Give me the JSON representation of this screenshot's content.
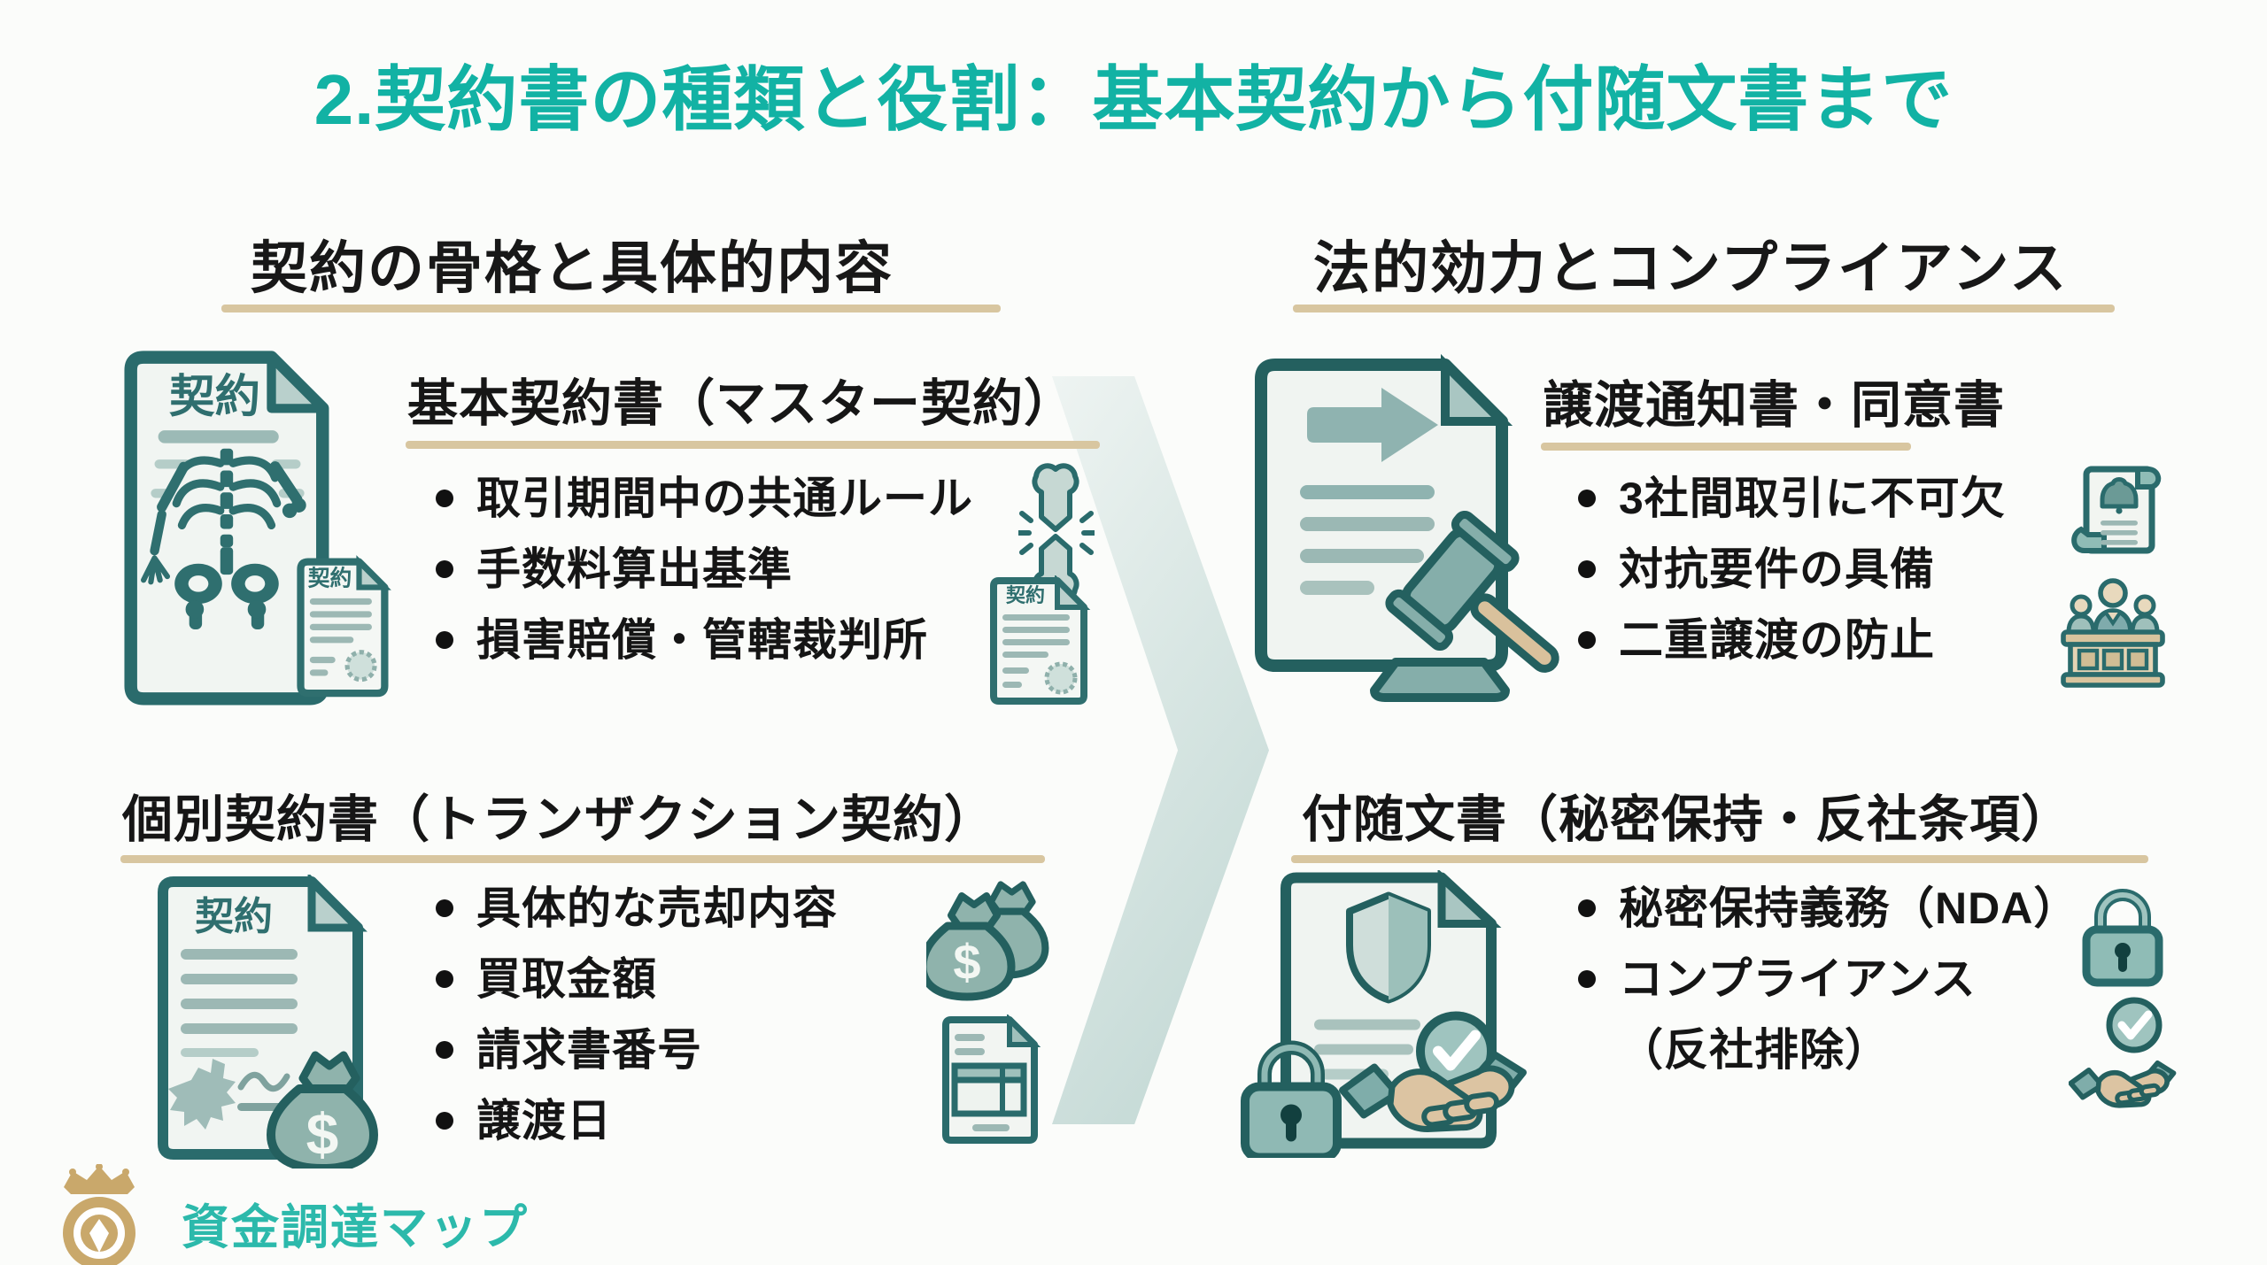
{
  "title": "2.契約書の種類と役割：基本契約から付随文書まで",
  "columns": {
    "left_header": "契約の骨格と具体的内容",
    "right_header": "法的効力とコンプライアンス"
  },
  "sections": {
    "master": {
      "title": "基本契約書（マスター契約）",
      "bullets": [
        "取引期間中の共通ルール",
        "手数料算出基準",
        "損害賠償・管轄裁判所"
      ]
    },
    "individual": {
      "title": "個別契約書（トランザクション契約）",
      "bullets": [
        "具体的な売却内容",
        "買取金額",
        "請求書番号",
        "譲渡日"
      ]
    },
    "notice": {
      "title": "譲渡通知書・同意書",
      "bullets": [
        "3社間取引に不可欠",
        "対抗要件の具備",
        "二重譲渡の防止"
      ]
    },
    "ancillary": {
      "title": "付随文書（秘密保持・反社条項）",
      "bullets": [
        "秘密保持義務（NDA）",
        "コンプライアンス",
        "（反社排除）"
      ]
    }
  },
  "icons": {
    "doc_label": "契約",
    "money_symbol": "$"
  },
  "logo": {
    "text": "資金調達マップ"
  },
  "colors": {
    "accent_teal": "#12b2a4",
    "underline_tan": "#d8c6a0",
    "icon_teal_dark": "#2a6b6c",
    "icon_teal_mid": "#8fb3ae",
    "icon_paper": "#f1f5f2",
    "hand_tan": "#dcc4a2",
    "logo_gold": "#c9a86b",
    "logo_teal": "#2cb9ab"
  }
}
